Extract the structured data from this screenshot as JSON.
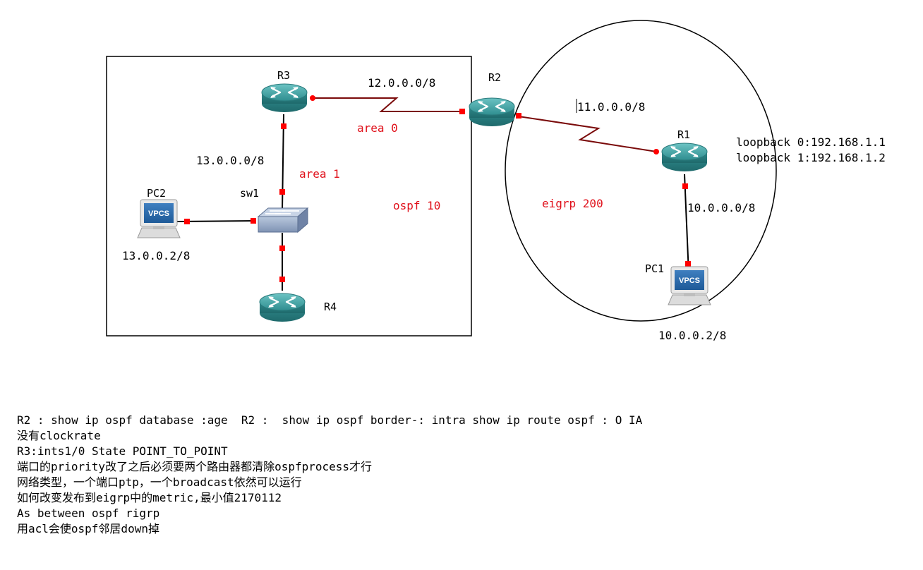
{
  "devices": {
    "r1": {
      "name": "R1"
    },
    "r2": {
      "name": "R2"
    },
    "r3": {
      "name": "R3"
    },
    "r4": {
      "name": "R4"
    },
    "sw1": {
      "name": "sw1"
    },
    "pc1": {
      "name": "PC1",
      "badge": "VPCS",
      "ip": "10.0.0.2/8"
    },
    "pc2": {
      "name": "PC2",
      "badge": "VPCS",
      "ip": "13.0.0.2/8"
    }
  },
  "links": {
    "r3_r2": "12.0.0.0/8",
    "r2_r1": "11.0.0.0/8",
    "r3_sw1": "13.0.0.0/8",
    "r1_pc1": "10.0.0.0/8"
  },
  "areas": {
    "area0": "area 0",
    "area1": "area 1",
    "ospf": "ospf 10",
    "eigrp": "eigrp 200"
  },
  "loopbacks": [
    "loopback 0:192.168.1.1",
    "loopback 1:192.168.1.2"
  ],
  "notes": [
    "R2 : show ip ospf database :age  R2 :  show ip ospf border-: intra show ip route ospf : O IA",
    "没有clockrate",
    "R3:ints1/0 State POINT_TO_POINT",
    "端口的priority改了之后必须要两个路由器都清除ospfprocess才行",
    "网络类型，一个端口ptp，一个broadcast依然可以运行",
    "如何改变发布到eigrp中的metric,最小值2170112",
    "As between ospf rigrp",
    "用acl会使ospf邻居down掉"
  ],
  "colors": {
    "router_body": "#2a8a8c",
    "router_top": "#5fb8b8",
    "serial_link": "#7a0a0a",
    "port_marker": "#ff0000",
    "area_label": "#e0101a"
  }
}
